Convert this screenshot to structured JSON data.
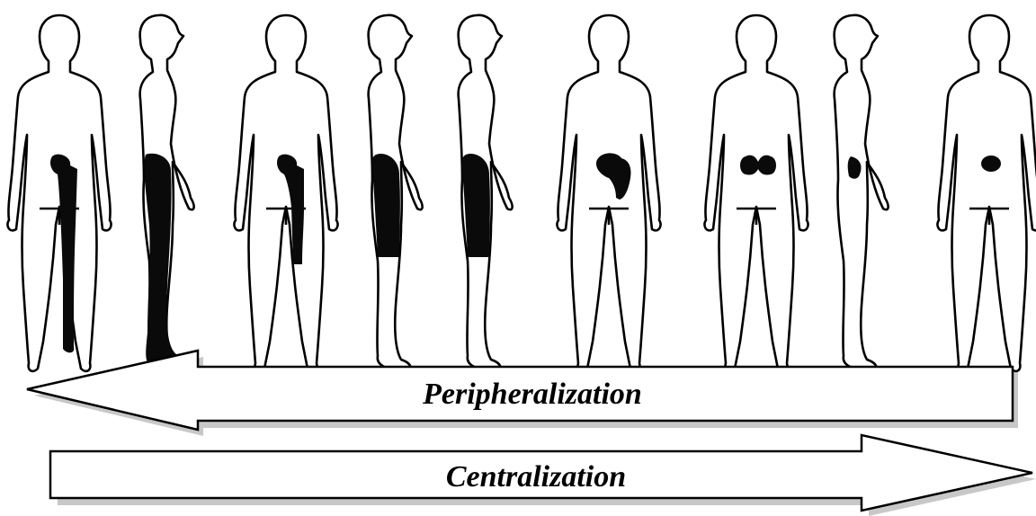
{
  "figures": [
    {
      "view": "back",
      "pain": "full-leg"
    },
    {
      "view": "side",
      "pain": "full-leg"
    },
    {
      "view": "back",
      "pain": "thigh"
    },
    {
      "view": "side",
      "pain": "thigh"
    },
    {
      "view": "side",
      "pain": "thigh"
    },
    {
      "view": "back",
      "pain": "buttock"
    },
    {
      "view": "back",
      "pain": "low-back-bilateral"
    },
    {
      "view": "side",
      "pain": "low-back"
    },
    {
      "view": "back",
      "pain": "central-low-back"
    }
  ],
  "arrows": {
    "peripheralization": {
      "label": "Peripheralization",
      "direction": "left"
    },
    "centralization": {
      "label": "Centralization",
      "direction": "right"
    }
  },
  "colors": {
    "outline": "#000000",
    "pain_fill": "#0a0a0a",
    "arrow_fill": "#ffffff",
    "arrow_shadow": "#9a9a9a"
  }
}
